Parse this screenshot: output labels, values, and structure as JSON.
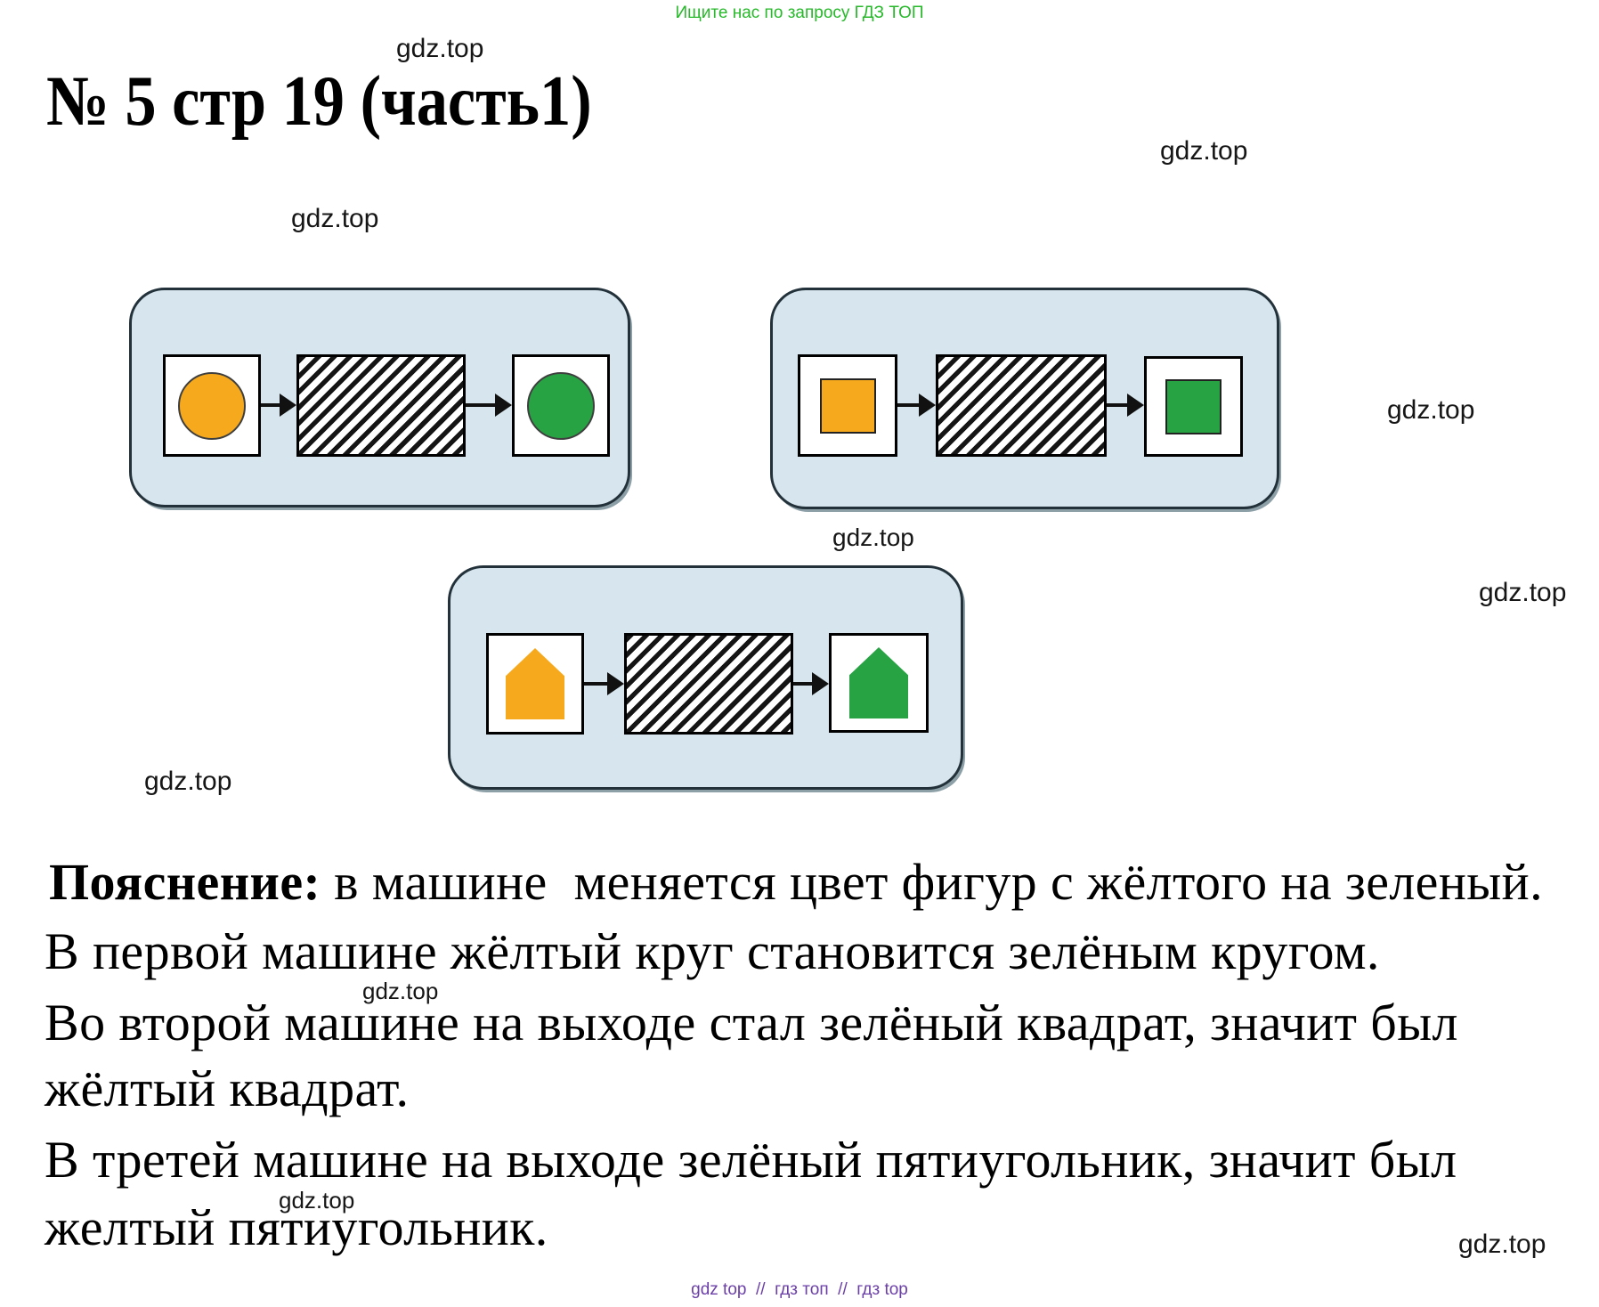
{
  "promo": {
    "text": "Ищите нас по запросу ГДЗ ТОП",
    "color": "#28b92b"
  },
  "watermark": {
    "label": "gdz.top"
  },
  "title": "№ 5 стр 19 (часть1)",
  "machines": [
    {
      "input_shape": "circle",
      "input_color": "#f6a91c",
      "output_shape": "circle",
      "output_color": "#28a344"
    },
    {
      "input_shape": "square",
      "input_color": "#f6a91c",
      "output_shape": "square",
      "output_color": "#28a344"
    },
    {
      "input_shape": "pentagon",
      "input_color": "#f6a91c",
      "output_shape": "pentagon",
      "output_color": "#28a344"
    }
  ],
  "colors": {
    "machine_fill": "#d7e6ee",
    "machine_border": "#22313a",
    "shape_yellow": "#f6a91c",
    "shape_green": "#28a344",
    "promo_green": "#28b92b",
    "footer_purple": "#6b3fa8"
  },
  "explanation": {
    "lead": "Пояснение:",
    "lines": [
      " в машине  меняется цвет фигур с жёлтого на зеленый.",
      "В первой машине жёлтый круг становится зелёным кругом.",
      "Во второй машине на выходе стал зелёный квадрат, значит был",
      "жёлтый квадрат.",
      "В третей машине на выходе зелёный пятиугольник, значит был",
      "желтый пятиугольник."
    ]
  },
  "footer": {
    "text": "gdz top  //  гдз топ  //  гдз top"
  }
}
